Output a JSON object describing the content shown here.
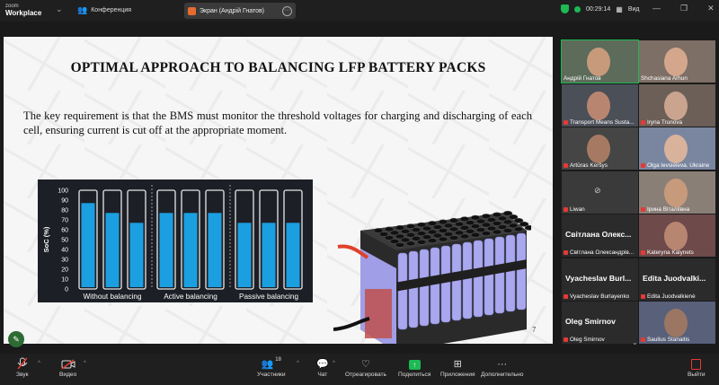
{
  "app": {
    "logo_top": "zoom",
    "logo_bottom": "Workplace"
  },
  "topbar": {
    "meeting_label": "Конференция",
    "share_label": "Экран (Андрій Гнатов)",
    "share_menu": "···",
    "timer": "00:29:14",
    "view_label": "Вид"
  },
  "slide": {
    "title": "OPTIMAL APPROACH TO BALANCING LFP BATTERY PACKS",
    "body": "The key requirement is that the BMS must monitor the threshold voltages for charging and discharging of each cell, ensuring current is cut off at the appropriate moment.",
    "page_number": "7"
  },
  "chart_data": {
    "type": "bar",
    "ylabel": "SoC (%)",
    "ylim": [
      0,
      100
    ],
    "yticks": [
      "100",
      "90",
      "80",
      "70",
      "60",
      "50",
      "40",
      "30",
      "20",
      "10",
      "0"
    ],
    "groups": [
      {
        "label": "Without balancing",
        "values": [
          87,
          77,
          67
        ]
      },
      {
        "label": "Active balancing",
        "values": [
          77,
          77,
          77
        ]
      },
      {
        "label": "Passive balancing",
        "values": [
          67,
          67,
          67
        ]
      }
    ],
    "bar_color": "#1b9fe0",
    "background": "#1c1f26"
  },
  "participants": [
    {
      "name": "Андрій Гнатов",
      "big": "",
      "muted": false
    },
    {
      "name": "Shchasiana Arhun",
      "big": "",
      "muted": false
    },
    {
      "name": "Transport Means Susta...",
      "big": "",
      "muted": true
    },
    {
      "name": "Iryna Trunova",
      "big": "",
      "muted": true
    },
    {
      "name": "Artūras Keršys",
      "big": "",
      "muted": true
    },
    {
      "name": "Olga Ievsieieva. Ukraine",
      "big": "",
      "muted": true
    },
    {
      "name": "Liwan",
      "big": "",
      "muted": true
    },
    {
      "name": "Ірина Віталіївна",
      "big": "",
      "muted": true
    },
    {
      "name": "Світлана Олександрів...",
      "big": "Світлана Олекс...",
      "muted": true
    },
    {
      "name": "Kateryna Kalynets",
      "big": "",
      "muted": true
    },
    {
      "name": "Vyacheslav Burlayenko",
      "big": "Vyacheslav Burl...",
      "muted": true
    },
    {
      "name": "Edita Juodvalkienė",
      "big": "Edita Juodvalki...",
      "muted": true
    },
    {
      "name": "Oleg Smirnov",
      "big": "Oleg Smirnov",
      "muted": true
    },
    {
      "name": "Saulius Stanaitis",
      "big": "",
      "muted": true
    }
  ],
  "bottombar": {
    "mute": "Звук",
    "video": "Видео",
    "participants": "Участники",
    "participants_count": "18",
    "chat": "Чат",
    "react": "Отреагировать",
    "share": "Поделиться",
    "apps": "Приложения",
    "more": "Дополнительно",
    "leave": "Выйти"
  },
  "colors": {
    "accent_green": "#1db954",
    "share_green": "#1db954",
    "mute_red": "#e53935"
  }
}
